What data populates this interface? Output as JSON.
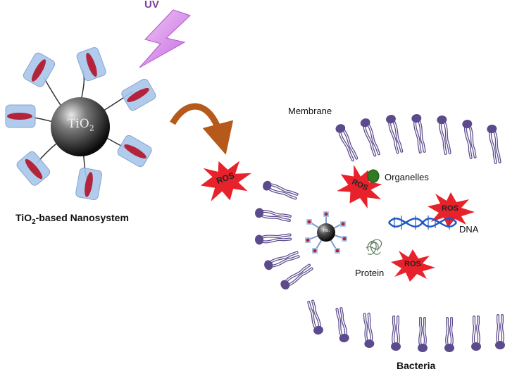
{
  "labels": {
    "uv": "UV",
    "tio2_core": "TiO",
    "tio2_core_sub": "2",
    "nanosystem_prefix": "TiO",
    "nanosystem_sub": "2",
    "nanosystem_suffix": "-based Nanosystem",
    "membrane": "Membrane",
    "organelles": "Organelles",
    "dna": "DNA",
    "protein": "Protein",
    "bacteria": "Bacteria",
    "ros": "ROS",
    "small_core": "TiO₂"
  },
  "colors": {
    "uv_bolt": "#d98ce8",
    "ros_burst": "#e8222a",
    "lipid": "#5b4a8c",
    "arrow": "#b55a1a",
    "organelle": "#2f7a22",
    "dna": "#1f58c8"
  }
}
